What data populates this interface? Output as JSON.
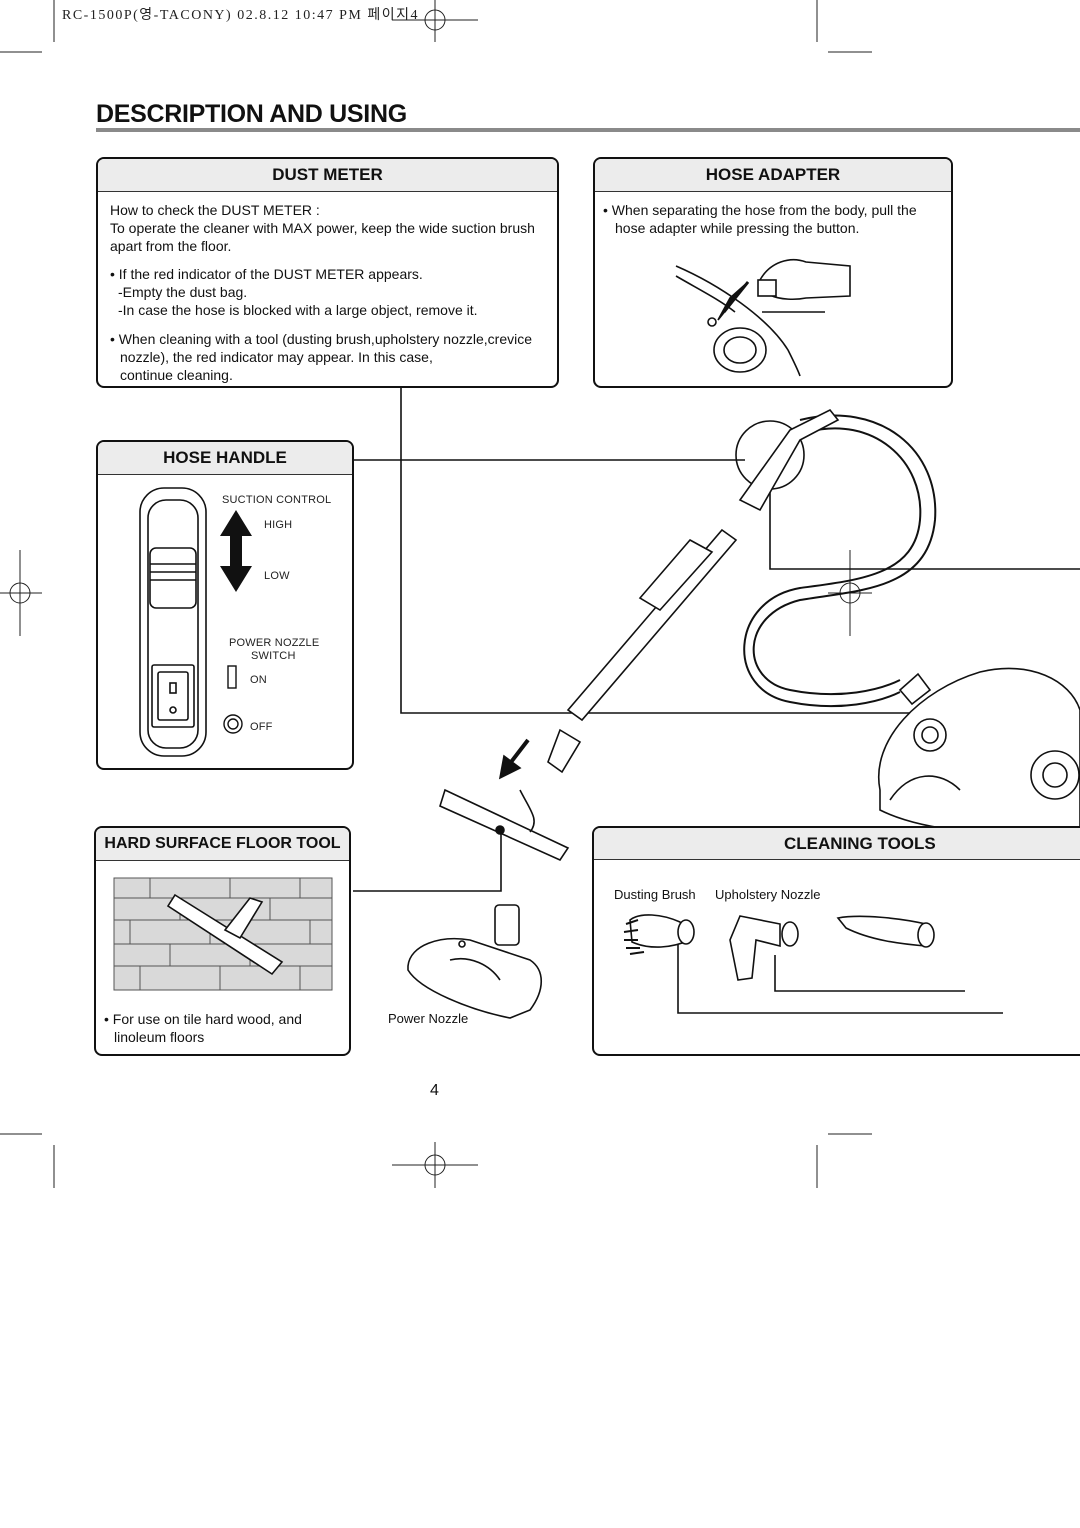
{
  "header": {
    "print_line": "RC-1500P(영-TACONY)  02.8.12 10:47 PM  페이지4"
  },
  "title": "DESCRIPTION AND USING",
  "dust_meter": {
    "heading": "DUST METER",
    "line1": "How to check the DUST METER :",
    "line2": "To operate the cleaner with MAX power, keep the wide suction brush",
    "line3": "apart from the floor.",
    "bullet1": "• If the red indicator of the DUST METER appears.",
    "sub1": "-Empty the dust bag.",
    "sub2": "-In case the hose is blocked with a large object, remove it.",
    "bullet2_l1": "• When cleaning with a tool (dusting brush,upholstery nozzle,crevice",
    "bullet2_l2": "nozzle), the red indicator may appear. In this case,",
    "bullet2_l3": "continue cleaning."
  },
  "hose_adapter": {
    "heading": "HOSE ADAPTER",
    "line1": "• When separating the hose from the body, pull the",
    "line2": "hose adapter while pressing the button."
  },
  "hose_handle": {
    "heading": "HOSE HANDLE",
    "suction_control": "SUCTION CONTROL",
    "high": "HIGH",
    "low": "LOW",
    "power_nozzle_l1": "POWER NOZZLE",
    "power_nozzle_l2": "SWITCH",
    "on": "ON",
    "off": "OFF"
  },
  "hard_floor": {
    "heading": "HARD SURFACE FLOOR TOOL",
    "line1": "• For use on tile hard wood, and",
    "line2": "linoleum floors"
  },
  "power_nozzle_label": "Power Nozzle",
  "cleaning_tools": {
    "heading": "CLEANING TOOLS",
    "dusting_brush": "Dusting Brush",
    "upholstery_nozzle": "Upholstery Nozzle"
  },
  "page_number": "4"
}
